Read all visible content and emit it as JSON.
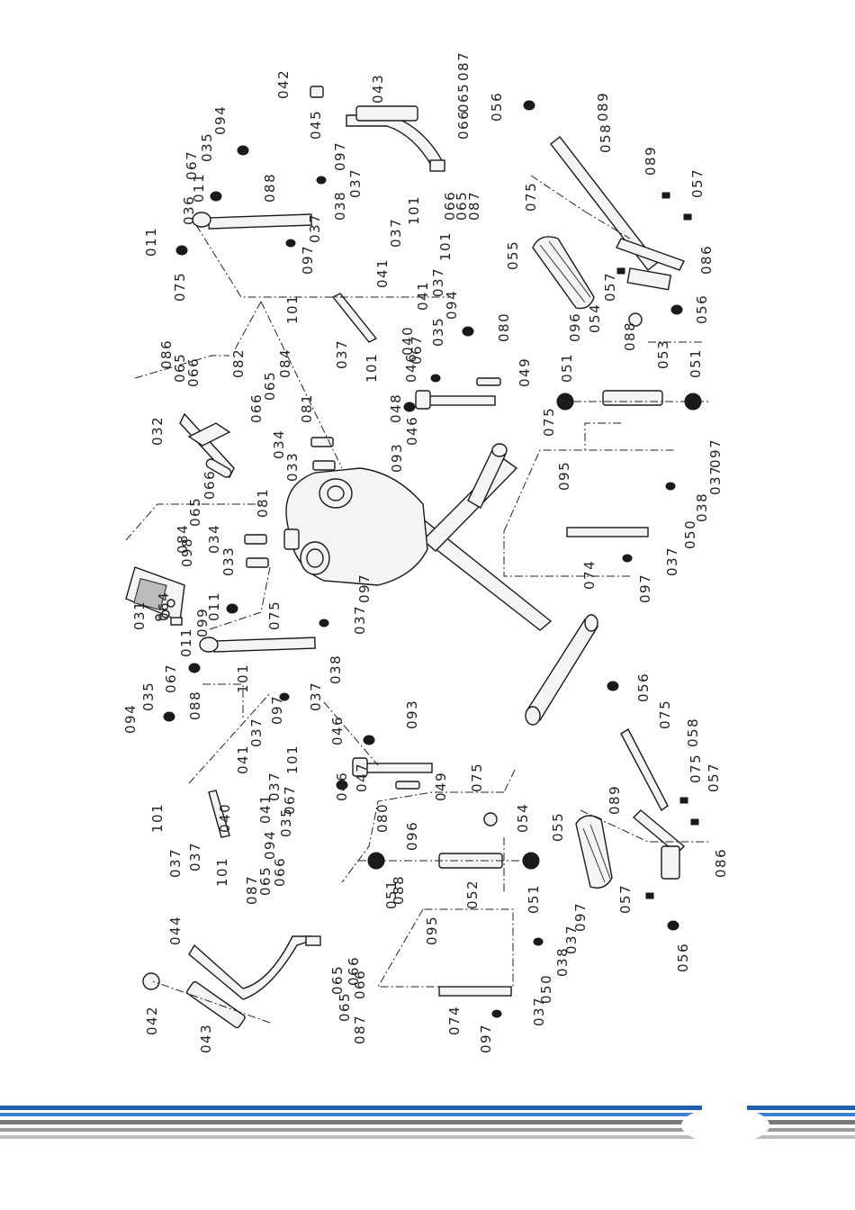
{
  "diagram": {
    "labels": {
      "l011a": "011",
      "l011b": "011",
      "l011c": "011",
      "l011d": "011",
      "l031": "031",
      "l032": "032",
      "l033a": "033",
      "l033b": "033",
      "l034a": "034",
      "l034b": "034",
      "l035a": "035",
      "l035b": "035",
      "l035c": "035",
      "l035d": "035",
      "l036": "036",
      "l037a": "037",
      "l037b": "037",
      "l037c": "037",
      "l037d": "037",
      "l037e": "037",
      "l037f": "037",
      "l037g": "037",
      "l037h": "037",
      "l037i": "037",
      "l037j": "037",
      "l037k": "037",
      "l037l": "037",
      "l037m": "037",
      "l037n": "037",
      "l037o": "037",
      "l038a": "038",
      "l038b": "038",
      "l038c": "038",
      "l038d": "038",
      "l040a": "040",
      "l040b": "040",
      "l041a": "041",
      "l041b": "041",
      "l041c": "041",
      "l041d": "041",
      "l042a": "042",
      "l042b": "042",
      "l043a": "043",
      "l043b": "043",
      "l044": "044",
      "l045": "045",
      "l046a": "046",
      "l046b": "046",
      "l046c": "046",
      "l046d": "046",
      "l047": "047",
      "l048": "048",
      "l049a": "049",
      "l049b": "049",
      "l050a": "050",
      "l050b": "050",
      "l051a": "051",
      "l051b": "051",
      "l051c": "051",
      "l051d": "051",
      "l052": "052",
      "l053": "053",
      "l054a": "054",
      "l054b": "054",
      "l055a": "055",
      "l055b": "055",
      "l056a": "056",
      "l056b": "056",
      "l056c": "056",
      "l056d": "056",
      "l057a": "057",
      "l057b": "057",
      "l057c": "057",
      "l057d": "057",
      "l058a": "058",
      "l058b": "058",
      "l064": "064",
      "l065a": "065",
      "l065b": "065",
      "l065c": "065",
      "l065d": "065",
      "l065e": "065",
      "l065f": "065",
      "l065g": "065",
      "l065h": "065",
      "l066a": "066",
      "l066b": "066",
      "l066c": "066",
      "l066d": "066",
      "l066e": "066",
      "l066f": "066",
      "l066g": "066",
      "l066h": "066",
      "l067a": "067",
      "l067b": "067",
      "l067c": "067",
      "l067d": "067",
      "l074a": "074",
      "l074b": "074",
      "l075a": "075",
      "l075b": "075",
      "l075c": "075",
      "l075d": "075",
      "l075e": "075",
      "l075f": "075",
      "l075g": "075",
      "l075h": "075",
      "l080a": "080",
      "l080b": "080",
      "l081a": "081",
      "l081b": "081",
      "l082": "082",
      "l084a": "084",
      "l084b": "084",
      "l086a": "086",
      "l086b": "086",
      "l086c": "086",
      "l087a": "087",
      "l087b": "087",
      "l087c": "087",
      "l087d": "087",
      "l088a": "088",
      "l088b": "088",
      "l088c": "088",
      "l088d": "088",
      "l089a": "089",
      "l089b": "089",
      "l089c": "089",
      "l093a": "093",
      "l093b": "093",
      "l094a": "094",
      "l094b": "094",
      "l094c": "094",
      "l094d": "094",
      "l095a": "095",
      "l095b": "095",
      "l096a": "096",
      "l096b": "096",
      "l097a": "097",
      "l097b": "097",
      "l097c": "097",
      "l097d": "097",
      "l097e": "097",
      "l097f": "097",
      "l097g": "097",
      "l097h": "097",
      "l098": "098",
      "l099": "099",
      "l101a": "101",
      "l101b": "101",
      "l101c": "101",
      "l101d": "101",
      "l101e": "101",
      "l101f": "101",
      "l101g": "101",
      "l101h": "101"
    }
  },
  "footer": {
    "stripe_colors": [
      "#1f5fb0",
      "#3f7fd0",
      "#7a7a7a",
      "#9a9a9a",
      "#bdbdbd"
    ]
  }
}
